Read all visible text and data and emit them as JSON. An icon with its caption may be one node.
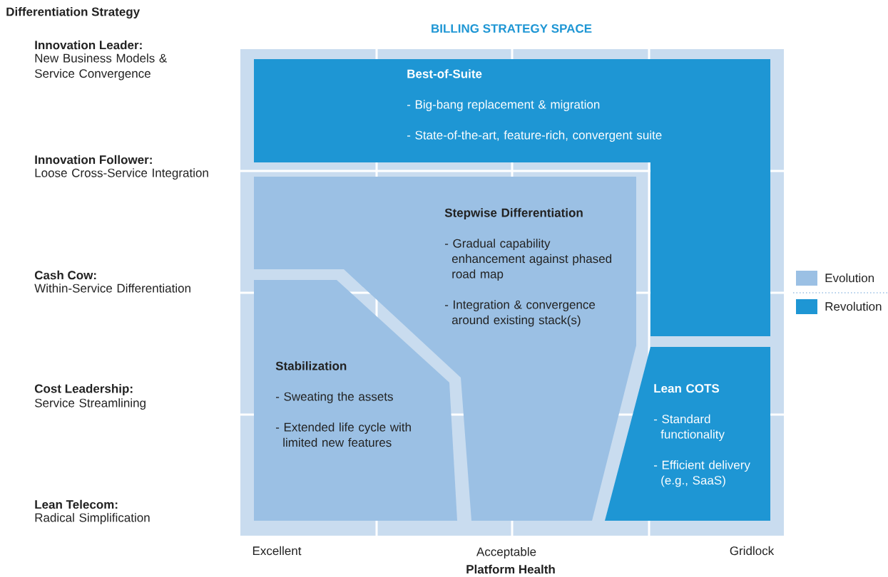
{
  "diagram": {
    "title": "BILLING STRATEGY SPACE",
    "nodes": [
      {
        "text": [
          "Best-of-Suite",
          "- Big-bang replacement & migration",
          "- State-of-the-art, feature-rich, convergent suite"
        ]
      },
      {
        "text": [
          "Stepwise Differentiation",
          "- Gradual capability enhancement against phased road map",
          "- Integration & convergence around existing stack(s)"
        ]
      },
      {
        "text": [
          "Stabilization",
          "- Sweating the assets",
          "- Extended life cycle with limited new features"
        ]
      },
      {
        "text": [
          "Lean COTS",
          "- Standard functionality",
          "- Efficient delivery (e.g., SaaS)"
        ]
      }
    ],
    "labels": [
      "Differentiation Strategy",
      "Innovation Leader:",
      "New Business Models & Service Convergence",
      "Innovation Follower:",
      "Loose Cross-Service Integration",
      "Cash Cow:",
      "Within-Service Differentiation",
      "Cost Leadership:",
      "Service Streamlining",
      "Lean Telecom:",
      "Radical Simplification",
      "Excellent",
      "Acceptable",
      "Gridlock",
      "Platform Health"
    ],
    "legend": [
      {
        "text": "Evolution",
        "color": "#9bc0e4"
      },
      {
        "text": "Revolution",
        "color": "#1e96d4"
      }
    ]
  }
}
